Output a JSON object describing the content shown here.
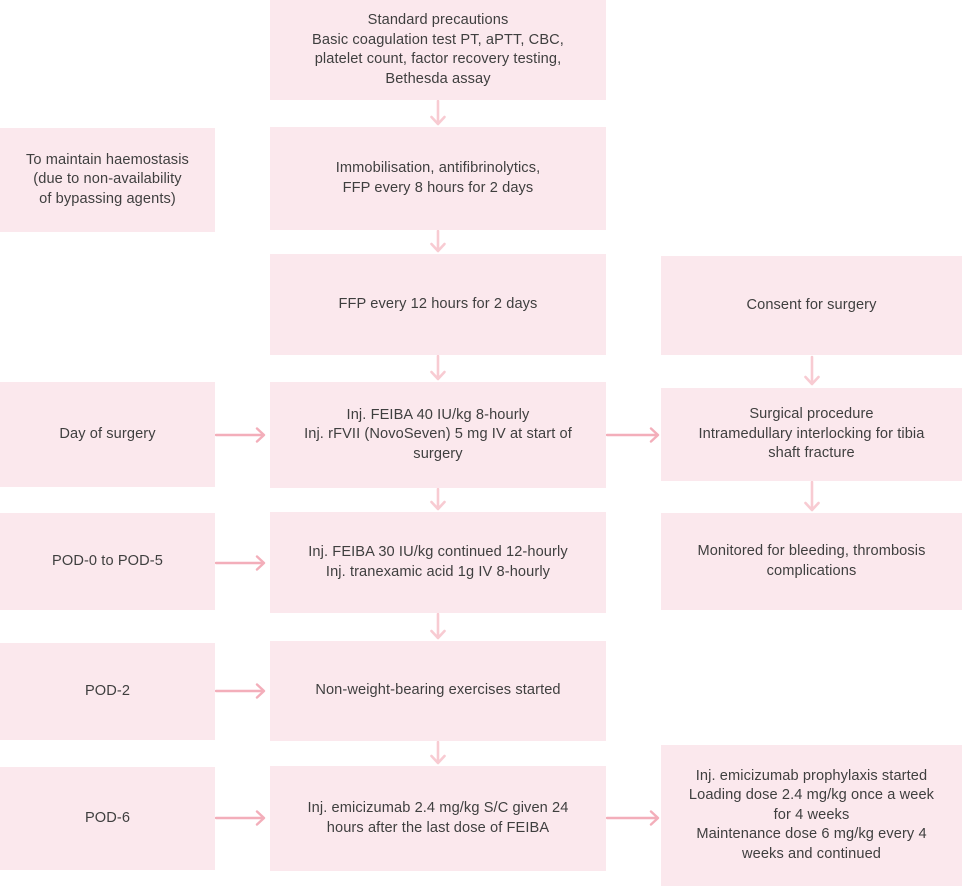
{
  "diagram": {
    "type": "flowchart",
    "topic": "Perioperative haemostasis management flowchart"
  },
  "colors": {
    "box_fill": "#fbe8ed",
    "text": "#3f3f3f",
    "background": "#ffffff",
    "arrow_vertical": "#f8cbd2",
    "arrow_horizontal": "#f3aeba"
  },
  "nodes": {
    "standard_precautions": {
      "label": "Standard precautions\nBasic coagulation test PT, aPTT, CBC,\nplatelet count, factor recovery testing,\nBethesda assay"
    },
    "maintain_haemostasis": {
      "label": "To maintain haemostasis\n(due to non-availability\nof bypassing agents)"
    },
    "immobilisation": {
      "label": "Immobilisation, antifibrinolytics,\nFFP every 8 hours for 2 days"
    },
    "ffp_12_hourly": {
      "label": "FFP every 12 hours for 2 days"
    },
    "consent_surgery": {
      "label": "Consent for surgery"
    },
    "day_of_surgery": {
      "label": "Day of surgery"
    },
    "feiba_40": {
      "label": "Inj. FEIBA 40 IU/kg 8-hourly\nInj. rFVII (NovoSeven) 5 mg IV at start of\nsurgery"
    },
    "surgical_procedure": {
      "label": "Surgical procedure\nIntramedullary interlocking for tibia\nshaft fracture"
    },
    "pod_0_to_5": {
      "label": "POD-0 to POD-5"
    },
    "feiba_30": {
      "label": "Inj. FEIBA 30 IU/kg continued 12-hourly\nInj. tranexamic acid 1g IV 8-hourly"
    },
    "monitored": {
      "label": "Monitored for bleeding, thrombosis\ncomplications"
    },
    "pod_2": {
      "label": "POD-2"
    },
    "non_weight_bearing": {
      "label": "Non-weight-bearing exercises started"
    },
    "pod_6": {
      "label": "POD-6"
    },
    "emicizumab_24h": {
      "label": "Inj. emicizumab 2.4 mg/kg S/C given 24\nhours after the last dose of FEIBA"
    },
    "emicizumab_prophylaxis": {
      "label": "Inj. emicizumab prophylaxis started\nLoading dose 2.4 mg/kg once a week\nfor 4 weeks\nMaintenance dose 6 mg/kg every 4\nweeks and continued"
    }
  },
  "edges": [
    {
      "from": "standard_precautions",
      "to": "immobilisation"
    },
    {
      "from": "immobilisation",
      "to": "ffp_12_hourly"
    },
    {
      "from": "ffp_12_hourly",
      "to": "feiba_40"
    },
    {
      "from": "day_of_surgery",
      "to": "feiba_40"
    },
    {
      "from": "feiba_40",
      "to": "surgical_procedure"
    },
    {
      "from": "consent_surgery",
      "to": "surgical_procedure"
    },
    {
      "from": "feiba_40",
      "to": "feiba_30"
    },
    {
      "from": "pod_0_to_5",
      "to": "feiba_30"
    },
    {
      "from": "surgical_procedure",
      "to": "monitored"
    },
    {
      "from": "feiba_30",
      "to": "non_weight_bearing"
    },
    {
      "from": "pod_2",
      "to": "non_weight_bearing"
    },
    {
      "from": "non_weight_bearing",
      "to": "emicizumab_24h"
    },
    {
      "from": "pod_6",
      "to": "emicizumab_24h"
    },
    {
      "from": "emicizumab_24h",
      "to": "emicizumab_prophylaxis"
    }
  ]
}
